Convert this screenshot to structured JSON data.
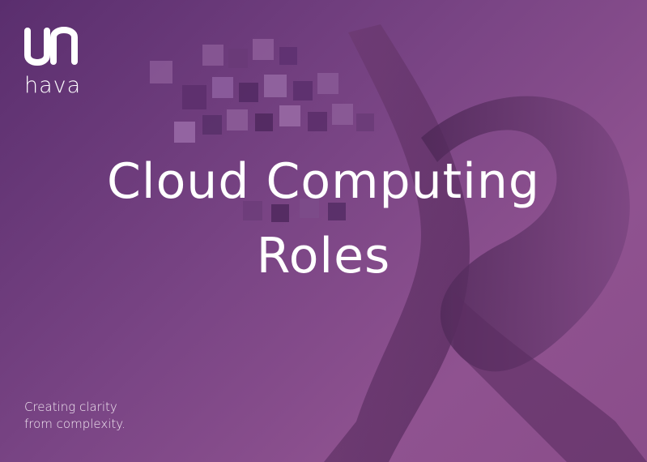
{
  "brand": {
    "wordmark": "hava"
  },
  "headline": {
    "line1": "Cloud Computing",
    "line2": "Roles"
  },
  "tagline": {
    "line1": "Creating clarity",
    "line2": "from complexity."
  },
  "colors": {
    "background_start": "#5a2e6e",
    "background_end": "#8f5290",
    "text": "#ffffff"
  },
  "icons": {
    "logo": "hava-logo-icon"
  }
}
